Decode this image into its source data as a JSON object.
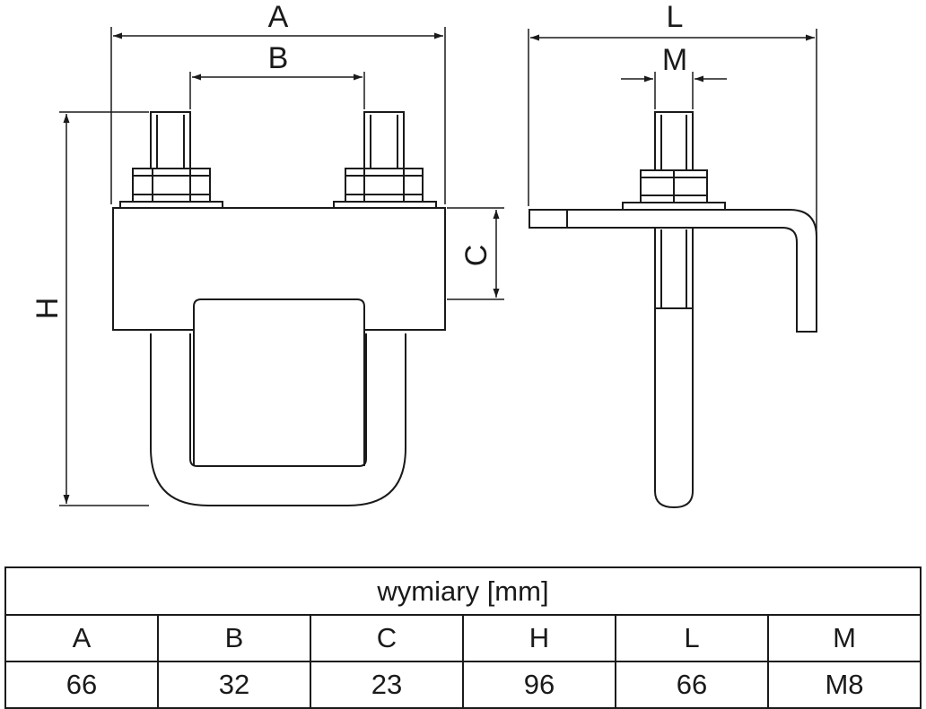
{
  "dimension_labels": {
    "A": "A",
    "B": "B",
    "C": "C",
    "H": "H",
    "L": "L",
    "M": "M"
  },
  "table": {
    "title": "wymiary [mm]",
    "headers": [
      "A",
      "B",
      "C",
      "H",
      "L",
      "M"
    ],
    "values": [
      "66",
      "32",
      "23",
      "96",
      "66",
      "M8"
    ]
  }
}
